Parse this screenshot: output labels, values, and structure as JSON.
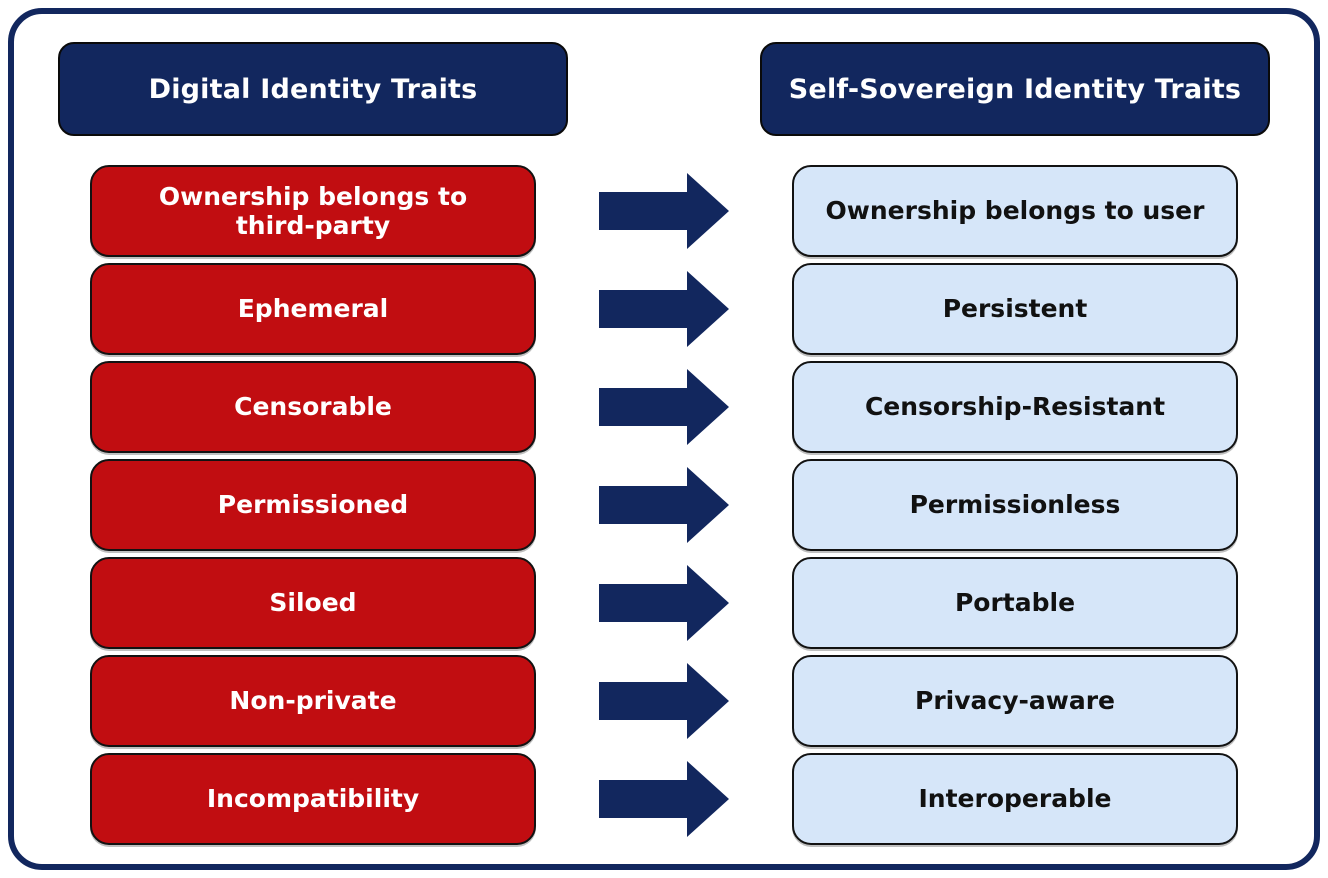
{
  "diagram": {
    "title_left": "Digital Identity Traits",
    "title_right": "Self-Sovereign Identity Traits",
    "left": {
      "header": "Digital Identity Traits",
      "items": [
        "Ownership belongs to third-party",
        "Ephemeral",
        "Censorable",
        "Permissioned",
        "Siloed",
        "Non-private",
        "Incompatibility"
      ]
    },
    "right": {
      "header": "Self-Sovereign Identity Traits",
      "items": [
        "Ownership belongs to user",
        "Persistent",
        "Censorship-Resistant",
        "Permissionless",
        "Portable",
        "Privacy-aware",
        "Interoperable"
      ]
    },
    "arrow_icon": "right-arrow",
    "colors": {
      "navy": "#12275e",
      "red": "#c10d11",
      "light_blue": "#d6e6f9",
      "box_border": "#121212",
      "text_on_dark": "#ffffff",
      "text_on_light": "#111111"
    }
  }
}
